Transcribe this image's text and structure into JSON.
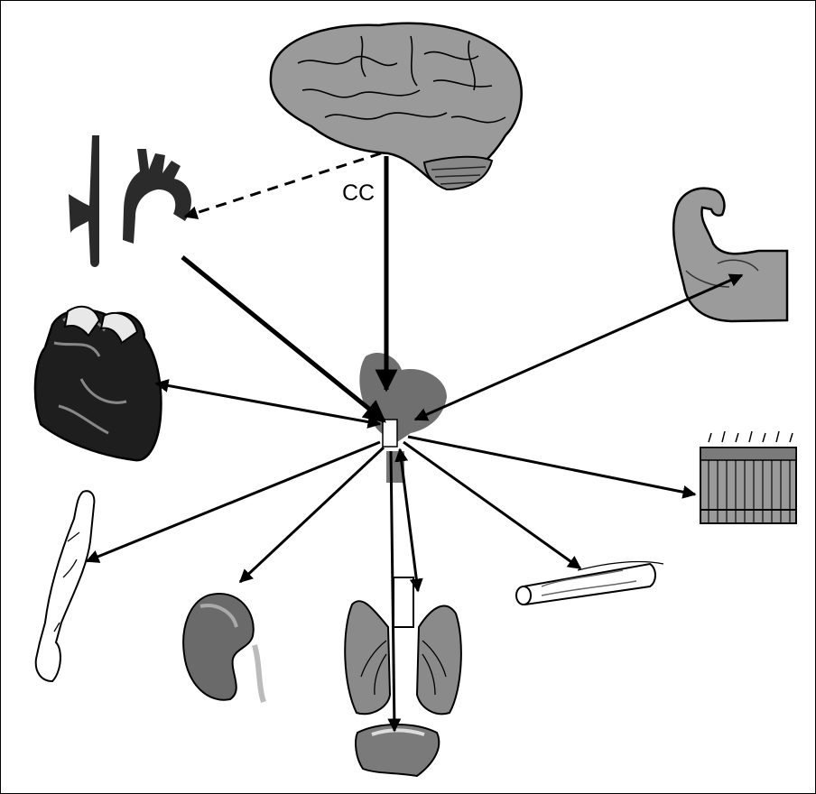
{
  "diagram": {
    "center_label": "CC",
    "nodes": [
      {
        "id": "brain",
        "icon": "brain-icon"
      },
      {
        "id": "aortic-arch",
        "icon": "aortic-arch-icon"
      },
      {
        "id": "carotid-vessel",
        "icon": "carotid-vessel-icon"
      },
      {
        "id": "muscle",
        "icon": "flexed-arm-muscle-icon"
      },
      {
        "id": "heart",
        "icon": "heart-icon"
      },
      {
        "id": "skin",
        "icon": "skin-tissue-icon"
      },
      {
        "id": "limb",
        "icon": "arm-limb-icon"
      },
      {
        "id": "blood-vessel",
        "icon": "blood-vessel-icon"
      },
      {
        "id": "kidney",
        "icon": "kidney-icon"
      },
      {
        "id": "lungs",
        "icon": "lungs-icon"
      },
      {
        "id": "liver",
        "icon": "liver-icon"
      },
      {
        "id": "brainstem-hub",
        "icon": "brainstem-hub-icon"
      }
    ],
    "arrows": [
      {
        "from": "brain",
        "to": "brainstem-hub",
        "style": "solid-thick"
      },
      {
        "from": "brain",
        "to": "aortic-arch",
        "style": "dashed"
      },
      {
        "from": "aortic-arch",
        "to": "brainstem-hub",
        "style": "solid-thick"
      },
      {
        "from": "brainstem-hub",
        "to": "muscle",
        "style": "double"
      },
      {
        "from": "brainstem-hub",
        "to": "heart",
        "style": "double"
      },
      {
        "from": "brainstem-hub",
        "to": "skin",
        "style": "single"
      },
      {
        "from": "brainstem-hub",
        "to": "limb",
        "style": "single"
      },
      {
        "from": "brainstem-hub",
        "to": "blood-vessel",
        "style": "single"
      },
      {
        "from": "brainstem-hub",
        "to": "kidney",
        "style": "single"
      },
      {
        "from": "brainstem-hub",
        "to": "lungs",
        "style": "double"
      },
      {
        "from": "brainstem-hub",
        "to": "liver",
        "style": "single"
      }
    ]
  }
}
